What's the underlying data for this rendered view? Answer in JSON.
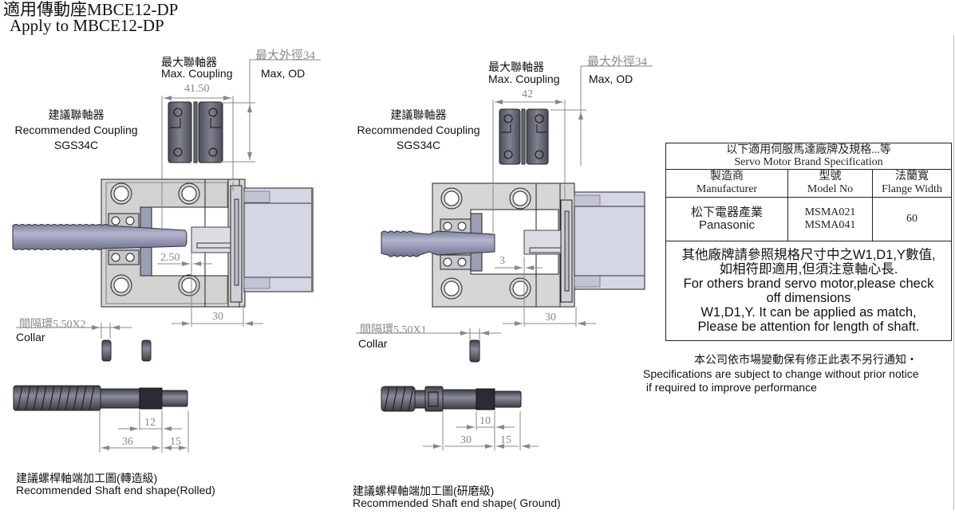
{
  "header": {
    "title_zh": "適用傳動座MBCE12-DP",
    "title_en": "Apply to    MBCE12-DP"
  },
  "left_drawing": {
    "max_coupling_zh": "最大聯軸器",
    "max_coupling_en": "Max. Coupling",
    "max_od_zh": "最大外徑34",
    "max_od_en": "Max, OD",
    "coupling_width": "41.50",
    "recommended_coupling_zh": "建議聯軸器",
    "recommended_coupling_en": "Recommended Coupling",
    "coupling_model": "SGS34C",
    "gap_dim": "2.50",
    "motor_dim": "30",
    "collar_zh": "間隔環5.50X2",
    "collar_en": "Collar",
    "shaft_dims": {
      "d1": "12",
      "d2": "36",
      "d3": "15"
    },
    "caption_zh": "建議螺桿軸端加工圖(轉造級)",
    "caption_en": "Recommended Shaft end shape(Rolled)"
  },
  "right_drawing": {
    "max_coupling_zh": "最大聯軸器",
    "max_coupling_en": "Max. Coupling",
    "max_od_zh": "最大外徑34",
    "max_od_en": "Max, OD",
    "coupling_width": "42",
    "recommended_coupling_zh": "建議聯軸器",
    "recommended_coupling_en": "Recommended Coupling",
    "coupling_model": "SGS34C",
    "gap_dim": "3",
    "motor_dim": "30",
    "collar_zh": "間隔環5.50X1",
    "collar_en": "Collar",
    "shaft_dims": {
      "d1": "10",
      "d2": "30",
      "d3": "15"
    },
    "caption_zh": "建議螺桿軸端加工圖(研磨級)",
    "caption_en": "Recommended Shaft end shape( Ground)"
  },
  "spec_table": {
    "title_zh": "以下適用伺服馬達廠牌及規格...等",
    "title_en": "Servo Motor Brand Specification",
    "columns": [
      {
        "zh": "製造商",
        "en": "Manufacturer"
      },
      {
        "zh": "型號",
        "en": "Model No"
      },
      {
        "zh": "法蘭寬",
        "en": "Flange Width"
      }
    ],
    "rows": [
      {
        "manufacturer_zh": "松下電器產業",
        "manufacturer_en": "Panasonic",
        "models": [
          "MSMA021",
          "MSMA041"
        ],
        "flange_width": "60"
      }
    ],
    "note_lines": [
      "其他廠牌請參照規格尺寸中之W1,D1,Y數值,",
      "如相符即適用,但須注意軸心長.",
      "For others brand servo motor,please check",
      "off dimensions",
      "W1,D1,Y. It can be applied as match,",
      "Please be attention for length of shaft."
    ]
  },
  "disclaimer": {
    "zh": "本公司依市場變動保有修正此表不另行通知・",
    "en1": "Specifications are subject to change without prior notice",
    "en2": " if required to improve performance"
  },
  "colors": {
    "housing": "#d6d6d4",
    "motor": "#d4d6e4",
    "shaft": "#9a9cb8",
    "dim_line": "#888888",
    "part_dark": "#55575f"
  }
}
